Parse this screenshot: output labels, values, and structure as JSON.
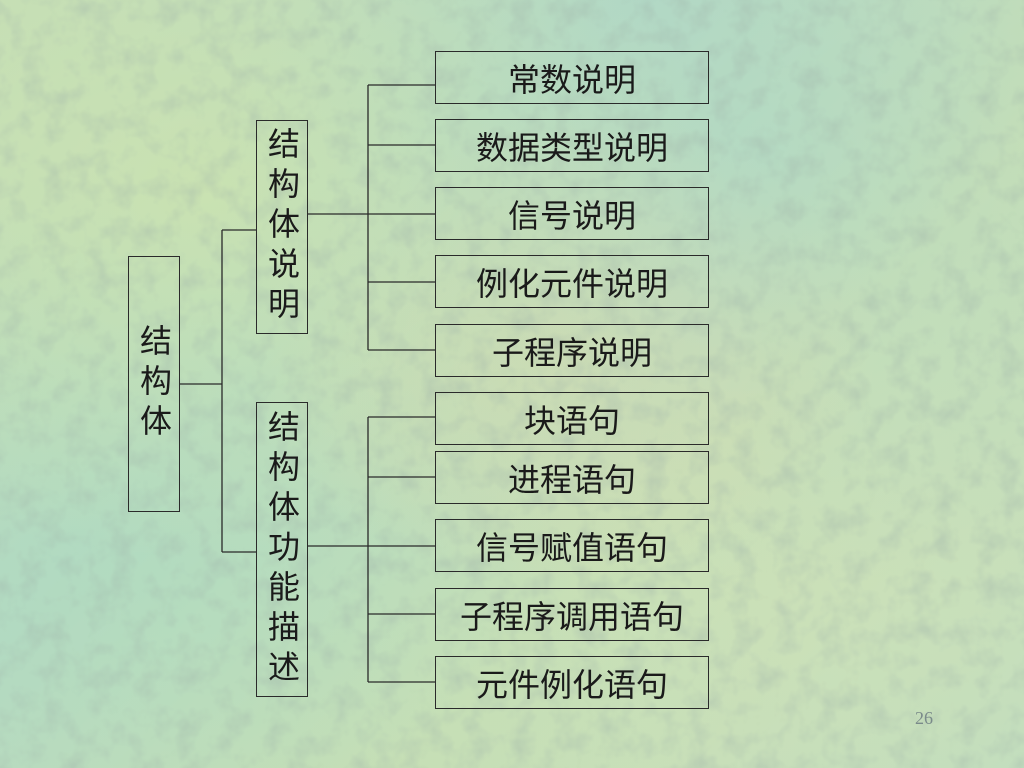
{
  "root": {
    "label": "结构体"
  },
  "groups": [
    {
      "label": "结构体说明",
      "items": [
        "常数说明",
        "数据类型说明",
        "信号说明",
        "例化元件说明",
        "子程序说明"
      ]
    },
    {
      "label": "结构体功能描述",
      "items": [
        "块语句",
        "进程语句",
        "信号赋值语句",
        "子程序调用语句",
        "元件例化语句"
      ]
    }
  ],
  "page_number": "26",
  "colors": {
    "line": "#2a2a2a",
    "text": "#1a1a1a",
    "page_number": "#7a8a8a"
  }
}
